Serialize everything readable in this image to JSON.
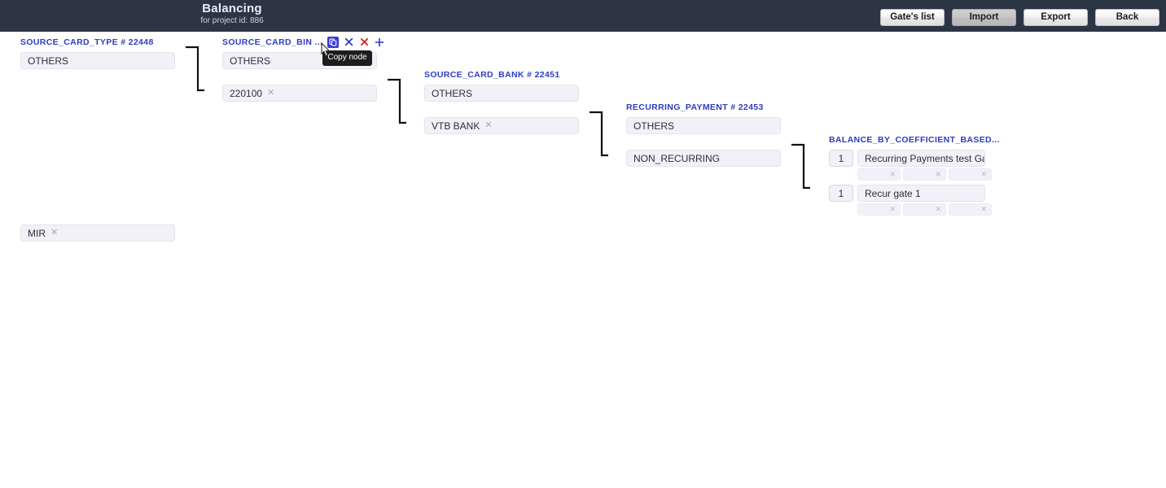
{
  "header": {
    "title": "Balancing",
    "subtitle": "for project id: 886",
    "buttons": [
      {
        "label": "Gate's list",
        "name": "gates-list-button",
        "active": false
      },
      {
        "label": "Import",
        "name": "import-button",
        "active": true
      },
      {
        "label": "Export",
        "name": "export-button",
        "active": false
      },
      {
        "label": "Back",
        "name": "back-button",
        "active": false
      }
    ]
  },
  "tooltip": {
    "text": "Copy node"
  },
  "node_actions": {
    "copy": {
      "icon": "copy-icon",
      "title": "Copy node"
    },
    "cut": {
      "icon": "cut-icon",
      "title": "Cut node"
    },
    "delete": {
      "icon": "delete-icon",
      "title": "Delete node"
    },
    "add": {
      "icon": "plus-icon",
      "title": "Add node"
    }
  },
  "columns": [
    {
      "title": "SOURCE_CARD_TYPE # 22448",
      "name": "column-source-card-type",
      "has_actions": false,
      "fields": [
        {
          "value": "OTHERS",
          "removable": false,
          "name": "field-others"
        },
        {
          "value": "MIR",
          "removable": true,
          "name": "field-mir"
        }
      ]
    },
    {
      "title": "SOURCE_CARD_BIN ...",
      "name": "column-source-card-bin",
      "has_actions": true,
      "fields": [
        {
          "value": "OTHERS",
          "removable": false,
          "name": "field-others"
        },
        {
          "value": "220100",
          "removable": true,
          "name": "field-bin-220100"
        }
      ]
    },
    {
      "title": "SOURCE_CARD_BANK # 22451",
      "name": "column-source-card-bank",
      "has_actions": false,
      "fields": [
        {
          "value": "OTHERS",
          "removable": false,
          "name": "field-others"
        },
        {
          "value": "VTB BANK",
          "removable": true,
          "name": "field-vtb-bank"
        }
      ]
    },
    {
      "title": "RECURRING_PAYMENT # 22453",
      "name": "column-recurring-payment",
      "has_actions": false,
      "fields": [
        {
          "value": "OTHERS",
          "removable": false,
          "name": "field-others"
        },
        {
          "value": "NON_RECURRING",
          "removable": false,
          "name": "field-non-recurring"
        }
      ]
    }
  ],
  "gates_column": {
    "title": "BALANCE_BY_COEFFICIENT_BASED...",
    "name": "column-balance-by-coefficient",
    "rows": [
      {
        "coefficient": "1",
        "gate": "Recurring Payments test Gate",
        "slots": [
          "",
          "",
          ""
        ]
      },
      {
        "coefficient": "1",
        "gate": "Recur gate 1",
        "slots": [
          "",
          "",
          ""
        ]
      }
    ]
  },
  "colors": {
    "header_bg": "#2c3544",
    "label_blue": "#2c3cc4",
    "field_bg": "#f1f1f7",
    "delete_red": "#e21b1b",
    "accent_blue": "#3b3bdb"
  }
}
